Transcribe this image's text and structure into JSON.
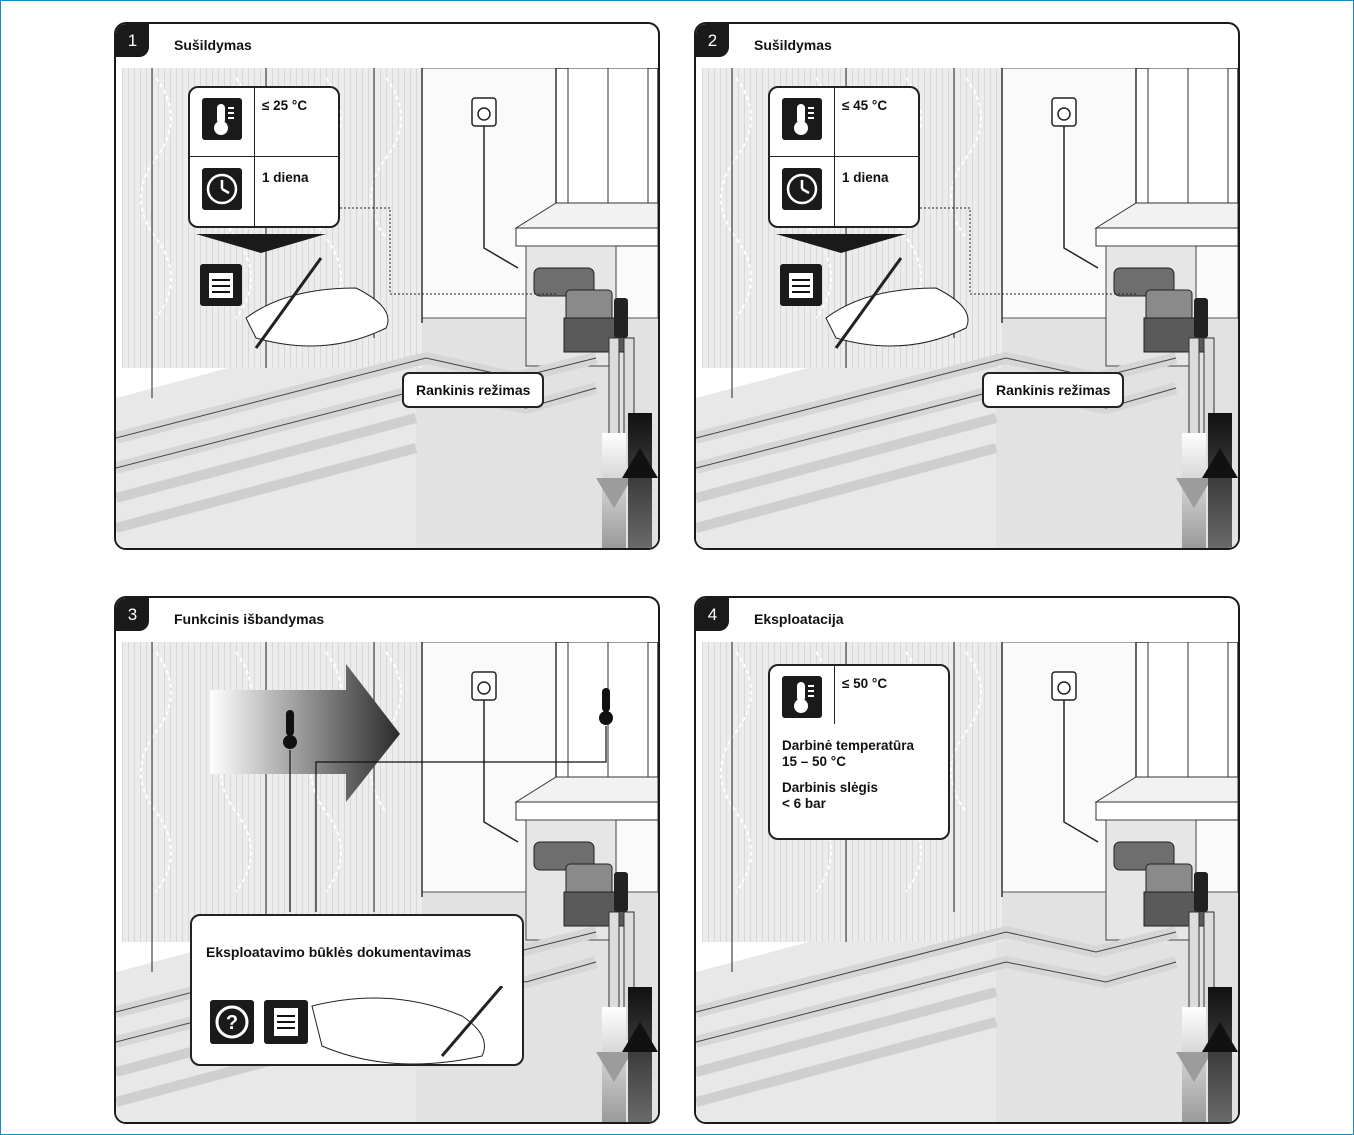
{
  "panels": [
    {
      "number": "1",
      "title": "Sušildymas",
      "temperature": "≤ 25 °C",
      "duration": "1 diena",
      "mode_label": "Rankinis režimas"
    },
    {
      "number": "2",
      "title": "Sušildymas",
      "temperature": "≤ 45 °C",
      "duration": "1 diena",
      "mode_label": "Rankinis režimas"
    },
    {
      "number": "3",
      "title": "Funkcinis išbandymas",
      "doc_label": "Eksploatavimo būklės dokumentavimas"
    },
    {
      "number": "4",
      "title": "Eksploatacija",
      "temperature": "≤ 50 °C",
      "op_temp_label": "Darbinė temperatūra",
      "op_temp_range": "15 – 50 °C",
      "op_pressure_label": "Darbinis slėgis",
      "op_pressure_value": "< 6 bar"
    }
  ],
  "icons": [
    "thermometer-icon",
    "clock-icon",
    "notepad-icon",
    "help-icon",
    "thermostat-icon",
    "flow-arrow-icon"
  ],
  "colors": {
    "frame": "#0f8fc4",
    "ink": "#1a1a1a",
    "floor": "#e2e2e2",
    "wall": "#ededed"
  }
}
